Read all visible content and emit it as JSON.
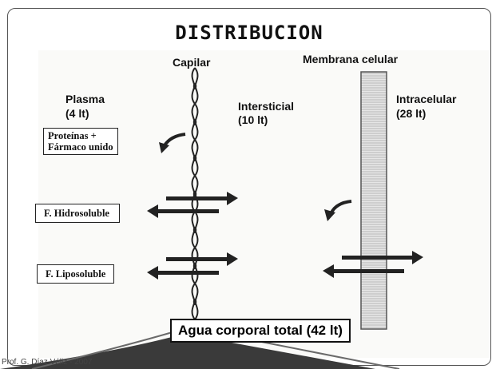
{
  "slide": {
    "title": "DISTRIBUCION",
    "labels": {
      "capilar": "Capilar",
      "membrana": "Membrana celular",
      "plasma": "Plasma",
      "plasma_vol": "(4 lt)",
      "intersticial": "Intersticial",
      "intersticial_vol": "(10 lt)",
      "intracelular": "Intracelular",
      "intracelular_vol": "(28 lt)"
    },
    "boxes": {
      "proteinas_line1": "Proteínas +",
      "proteinas_line2": "Fármaco unido",
      "hidrosoluble": "F. Hidrosoluble",
      "liposoluble": "F. Liposoluble",
      "agua_total": "Agua corporal total (42 lt)"
    },
    "footer": "Prof. G. Díaz Véliz - 2007"
  },
  "colors": {
    "ink": "#222222",
    "membrane": "#c8c8c8",
    "footer_swoosh": "#333333"
  }
}
